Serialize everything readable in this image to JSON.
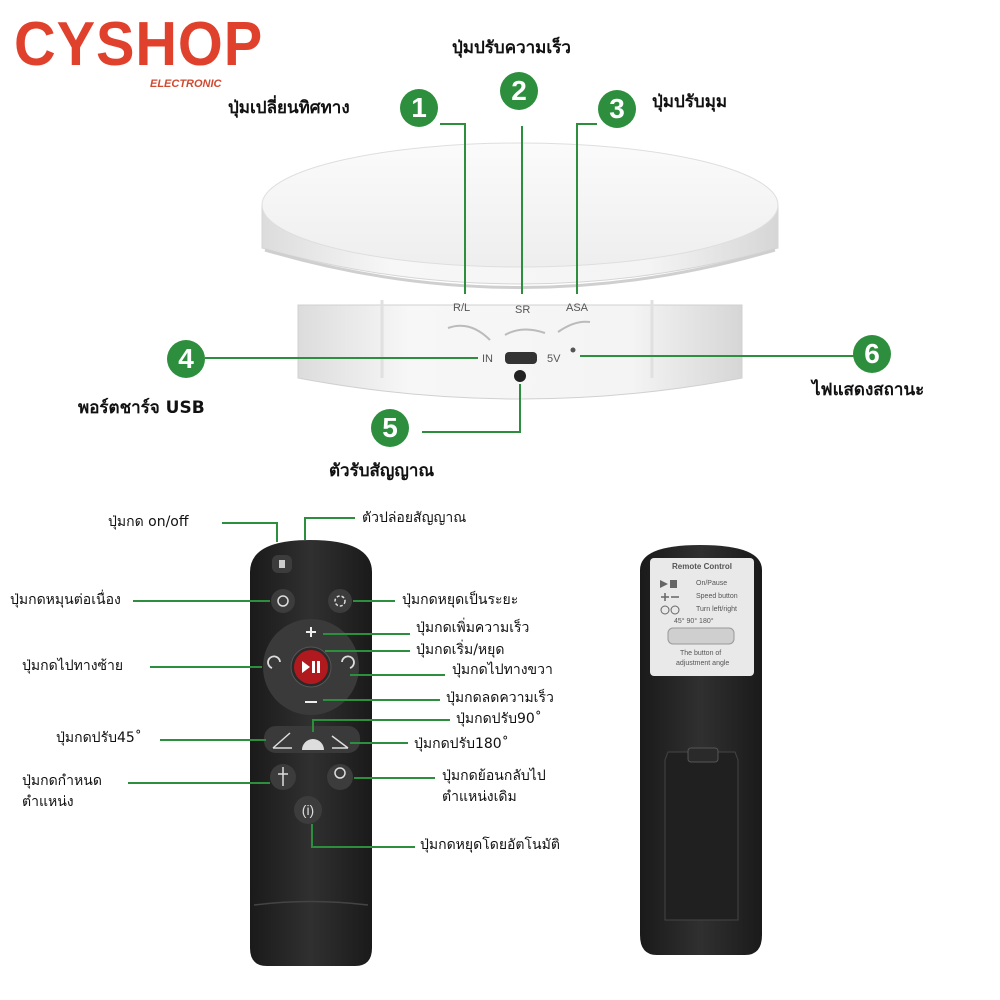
{
  "brand": {
    "name": "CYSHOP",
    "sub": "ELECTRONIC"
  },
  "turntable": {
    "face_labels": {
      "rl": "R/L",
      "sr": "SR",
      "asa": "ASA",
      "in": "IN",
      "v5": "5V"
    },
    "callouts": [
      {
        "num": "1",
        "label": "ปุ่มเปลี่ยนทิศทาง"
      },
      {
        "num": "2",
        "label": "ปุ่มปรับความเร็ว"
      },
      {
        "num": "3",
        "label": "ปุ่มปรับมุม"
      },
      {
        "num": "4",
        "label": "พอร์ตชาร์จ USB"
      },
      {
        "num": "5",
        "label": "ตัวรับสัญญาณ"
      },
      {
        "num": "6",
        "label": "ไฟแสดงสถานะ"
      }
    ]
  },
  "remote_labels": {
    "onoff": "ปุ่มกด on/off",
    "emitter": "ตัวปล่อยสัญญาณ",
    "continuous": "ปุ่มกดหมุนต่อเนื่อง",
    "intermittent": "ปุ่มกดหยุดเป็นระยะ",
    "speed_up": "ปุ่มกดเพิ่มความเร็ว",
    "start_stop": "ปุ่มกดเริ่ม/หยุด",
    "left": "ปุ่มกดไปทางซ้าย",
    "right": "ปุ่มกดไปทางขวา",
    "speed_down": "ปุ่มกดลดความเร็ว",
    "a90": "ปุ่มกดปรับ90˚",
    "a45": "ปุ่มกดปรับ45˚",
    "a180": "ปุ่มกดปรับ180˚",
    "set_pos_1": "ปุ่มกดกำหนด",
    "set_pos_2": "ตำแหน่ง",
    "return_1": "ปุ่มกดย้อนกลับไป",
    "return_2": "ตำแหน่งเดิม",
    "auto_stop": "ปุ่มกดหยุดโดยอัตโนมัติ"
  },
  "remote_back": {
    "title": "Remote  Control",
    "rows": [
      "On/Pause",
      "Speed button",
      "Turn left/right"
    ],
    "angles": "45°   90°   180°",
    "caption_1": "The button of",
    "caption_2": "adjustment angle"
  },
  "colors": {
    "accent_green": "#2d8f3e",
    "brand_red": "#e0412c",
    "remote_body": "#262626"
  }
}
